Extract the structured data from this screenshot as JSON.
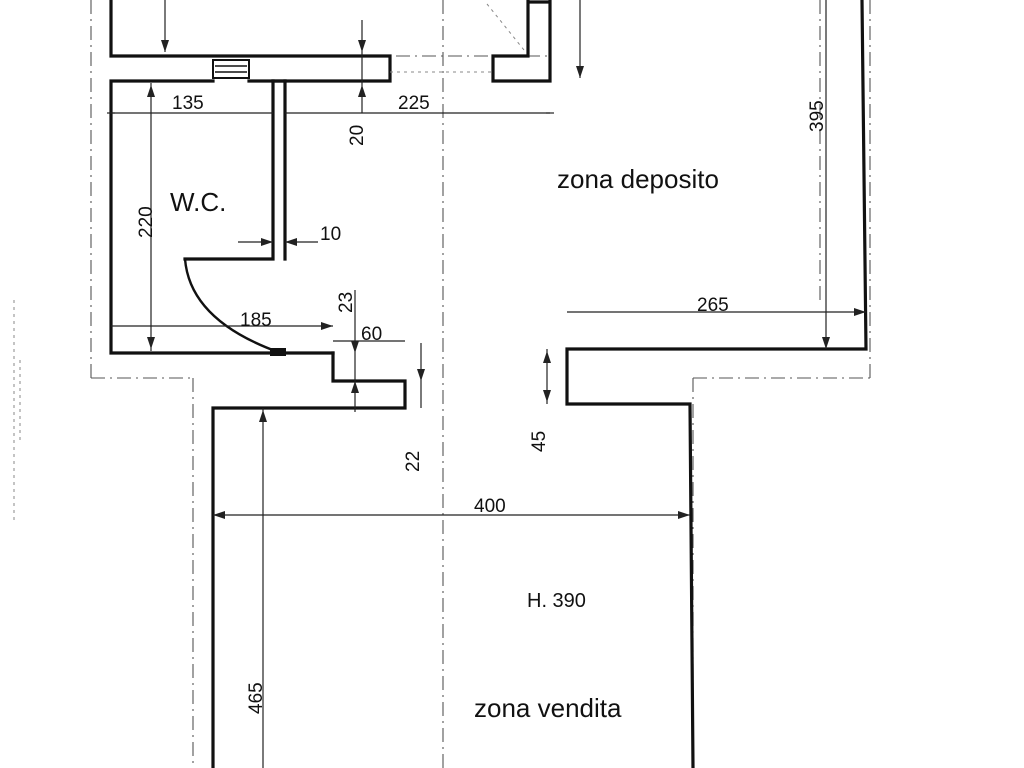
{
  "rooms": {
    "wc": "W.C.",
    "deposito": "zona deposito",
    "vendita": "zona vendita",
    "height": "H. 390"
  },
  "dimensions": {
    "d135": "135",
    "d225": "225",
    "d20": "20",
    "d395": "395",
    "d220": "220",
    "d10": "10",
    "d23": "23",
    "d60": "60",
    "d185": "185",
    "d265": "265",
    "d45": "45",
    "d22": "22",
    "d400": "400",
    "d465": "465"
  },
  "colors": {
    "ink": "#111111",
    "paper": "#ffffff"
  }
}
